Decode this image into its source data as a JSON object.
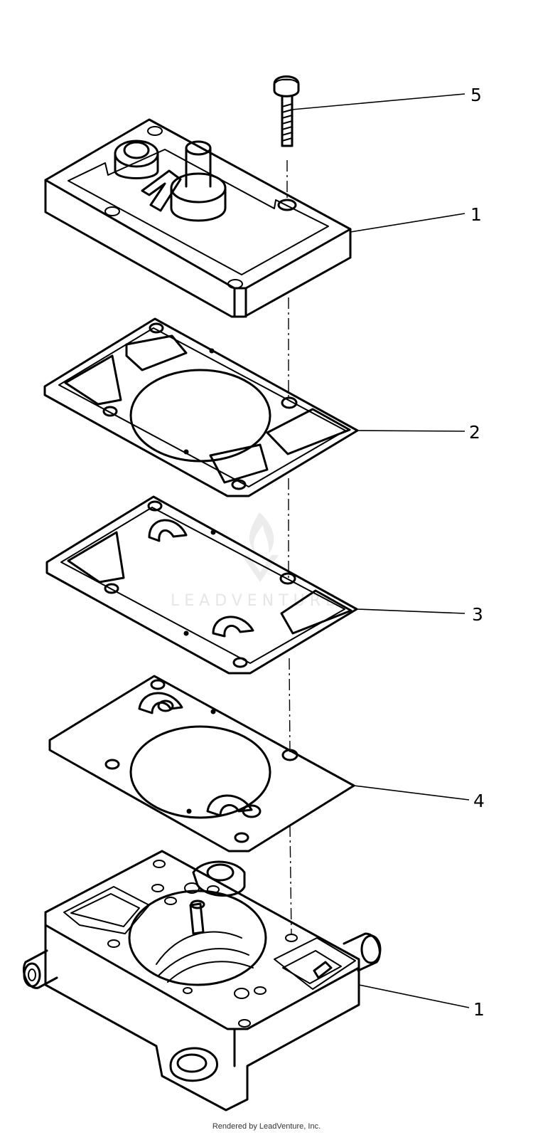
{
  "callouts": {
    "screw": "5",
    "cover": "1",
    "gasket_top": "2",
    "valve_plate": "3",
    "gasket_bottom": "4",
    "body": "1"
  },
  "watermark": "LEADVENTURE",
  "footer": "Rendered by LeadVenture, Inc.",
  "colors": {
    "line": "#000000",
    "watermark": "#e6e6e6",
    "background": "#ffffff"
  }
}
